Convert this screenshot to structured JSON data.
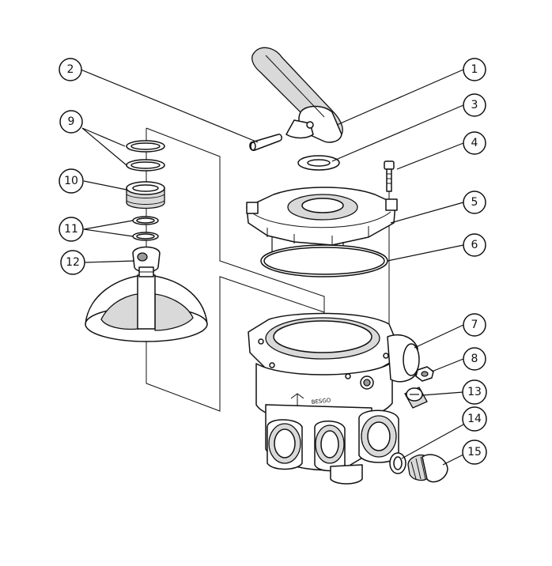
{
  "callouts": [
    "1",
    "2",
    "3",
    "4",
    "5",
    "6",
    "7",
    "8",
    "9",
    "10",
    "11",
    "12",
    "13",
    "14",
    "15"
  ],
  "colors": {
    "line": "#111111",
    "shade": "#d9d9d9",
    "dark": "#9a9a9a"
  },
  "housing_marking": "BESGO"
}
